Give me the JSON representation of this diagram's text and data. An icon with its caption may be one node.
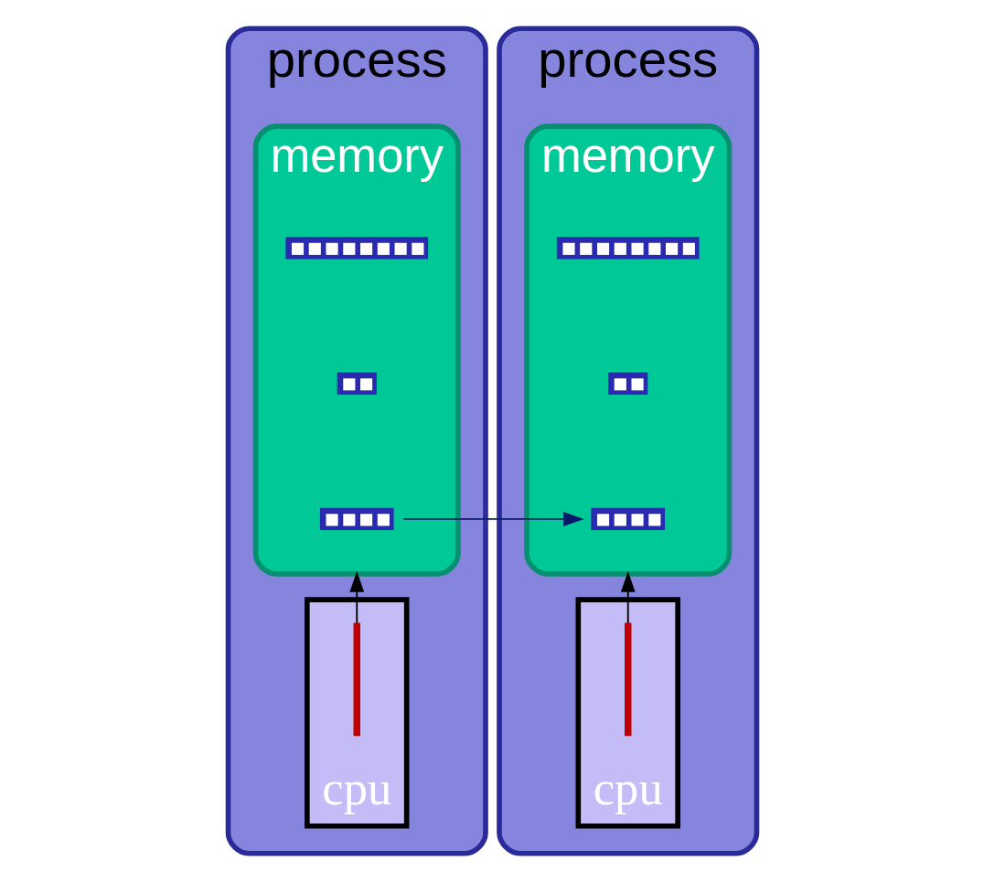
{
  "diagram": {
    "nodes": [
      {
        "text": [
          "process"
        ]
      },
      {
        "text": [
          "memory"
        ],
        "in": 0
      },
      {
        "text": [],
        "shape": "bar",
        "in": 1
      },
      {
        "text": [],
        "shape": "bar",
        "in": 1
      },
      {
        "text": [],
        "shape": "bar",
        "in": 1
      },
      {
        "text": [
          "cpu"
        ],
        "in": 0
      },
      {
        "text": [],
        "shape": "wave",
        "in": 5
      },
      {
        "text": [
          "process"
        ]
      },
      {
        "text": [
          "memory"
        ],
        "in": 7
      },
      {
        "text": [],
        "shape": "bar",
        "in": 8
      },
      {
        "text": [],
        "shape": "bar",
        "in": 8
      },
      {
        "text": [],
        "shape": "bar",
        "in": 8
      },
      {
        "text": [
          "cpu"
        ],
        "in": 7
      },
      {
        "text": [],
        "shape": "wave",
        "in": 12
      }
    ],
    "edges": [
      {
        "from": 6,
        "to": 1,
        "arrow": "to"
      },
      {
        "from": 4,
        "to": 11,
        "arrow": "to",
        "color": "#0a1a6a"
      },
      {
        "from": 13,
        "to": 8,
        "arrow": "to"
      }
    ]
  }
}
